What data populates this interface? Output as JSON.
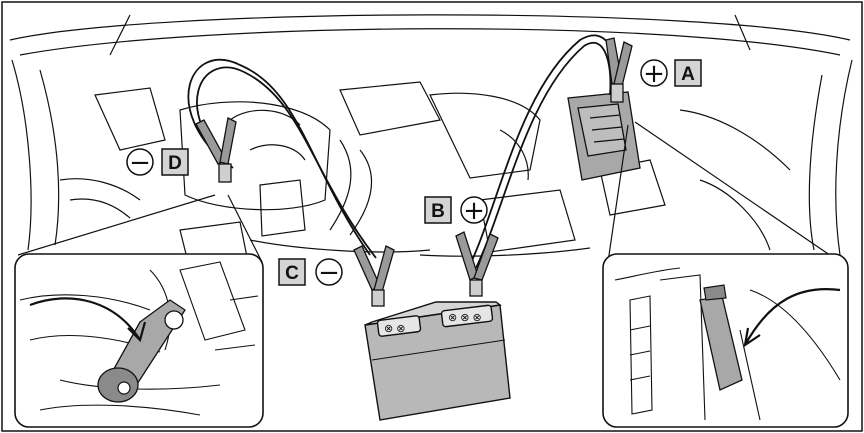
{
  "illustration": {
    "subject": "jump-start cable connection in engine compartment"
  },
  "callouts": [
    {
      "id": "A",
      "letter": "A",
      "symbol": "+"
    },
    {
      "id": "B",
      "letter": "B",
      "symbol": "+"
    },
    {
      "id": "C",
      "letter": "C",
      "symbol": "−"
    },
    {
      "id": "D",
      "letter": "D",
      "symbol": "−"
    }
  ],
  "colors": {
    "line": "#111111",
    "battery": "#b8b8b8",
    "clamp": "#9a9a9a",
    "detail_fill": "#a8a8a8",
    "background": "#ffffff"
  }
}
